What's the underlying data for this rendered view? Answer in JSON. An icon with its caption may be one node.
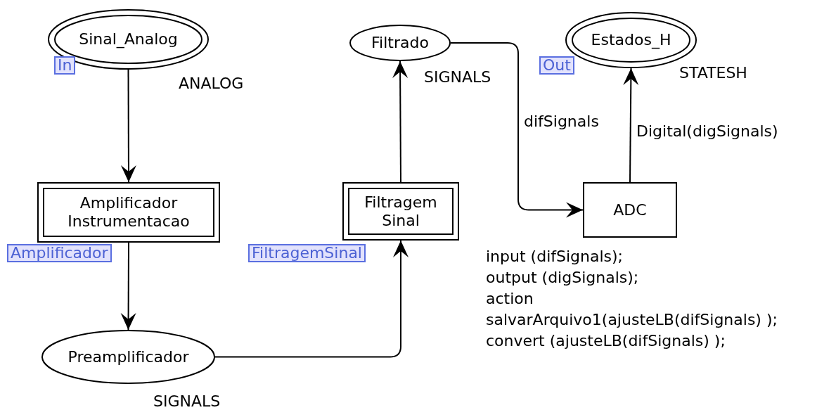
{
  "diagram": {
    "nodes": [
      {
        "text": [
          "Sinal_Analog"
        ],
        "beside": [
          "In",
          "ANALOG"
        ]
      },
      {
        "text": [
          "Amplificador Instrumentacao"
        ],
        "beside": [
          "Amplificador"
        ]
      },
      {
        "text": [
          "Preamplificador"
        ],
        "beside": [
          "SIGNALS"
        ]
      },
      {
        "text": [
          "Filtragem Sinal"
        ],
        "beside": [
          "FiltragemSinal"
        ]
      },
      {
        "text": [
          "Filtrado"
        ],
        "beside": [
          "SIGNALS"
        ]
      },
      {
        "text": [
          "Estados_H"
        ],
        "beside": [
          "Out",
          "STATESH"
        ]
      },
      {
        "text": [
          "ADC"
        ],
        "beside": [
          "input (difSignals);",
          "output (digSignals);",
          "action",
          "salvarArquivo1(ajusteLB(difSignals) );",
          "convert (ajusteLB(difSignals) );"
        ]
      }
    ],
    "edges": [
      {
        "from": 0,
        "to": 1,
        "arrow": "to"
      },
      {
        "from": 1,
        "to": 2,
        "arrow": "to"
      },
      {
        "from": 2,
        "to": 3,
        "arrow": "to"
      },
      {
        "from": 3,
        "to": 4,
        "arrow": "to"
      },
      {
        "from": 4,
        "to": 6,
        "arrow": "to",
        "label": "difSignals"
      },
      {
        "from": 6,
        "to": 5,
        "arrow": "to",
        "label": "Digital(digSignals)"
      }
    ]
  }
}
